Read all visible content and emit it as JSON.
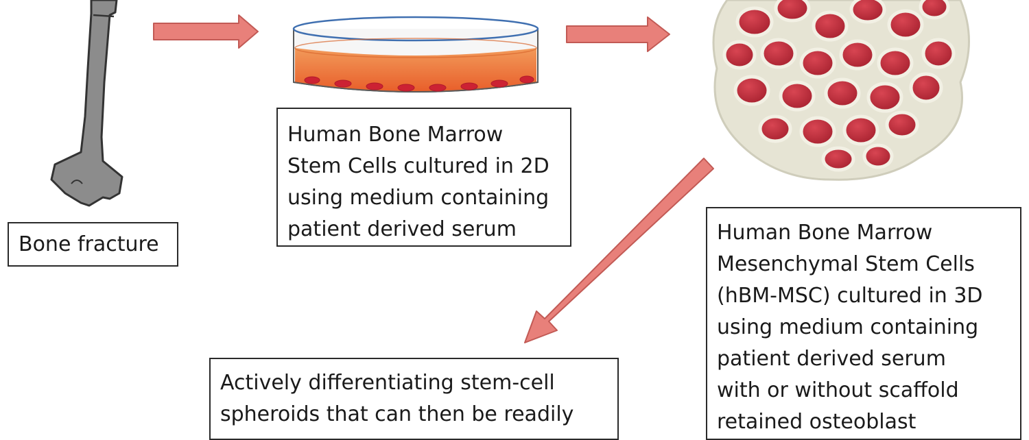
{
  "colors": {
    "arrow_fill": "#e8807a",
    "arrow_stroke": "#c25a55",
    "bone_fill": "#8c8c8c",
    "bone_stroke": "#333333",
    "medium_fill": "#ee7a3a",
    "cell_red": "#c23140",
    "spheroid_matrix": "#e6e4d4"
  },
  "labels": {
    "bone": "Bone fracture",
    "culture_2d": [
      "Human Bone Marrow",
      "Stem Cells cultured in 2D",
      "using medium containing",
      "patient derived serum"
    ],
    "culture_3d": [
      "Human Bone Marrow",
      "Mesenchymal Stem Cells",
      "(hBM-MSC) cultured in 3D",
      "using medium containing",
      "patient derived serum",
      "with or without scaffold",
      "retained osteoblast"
    ],
    "spheroids": [
      "Actively differentiating stem-cell",
      "spheroids that can then be readily"
    ]
  }
}
